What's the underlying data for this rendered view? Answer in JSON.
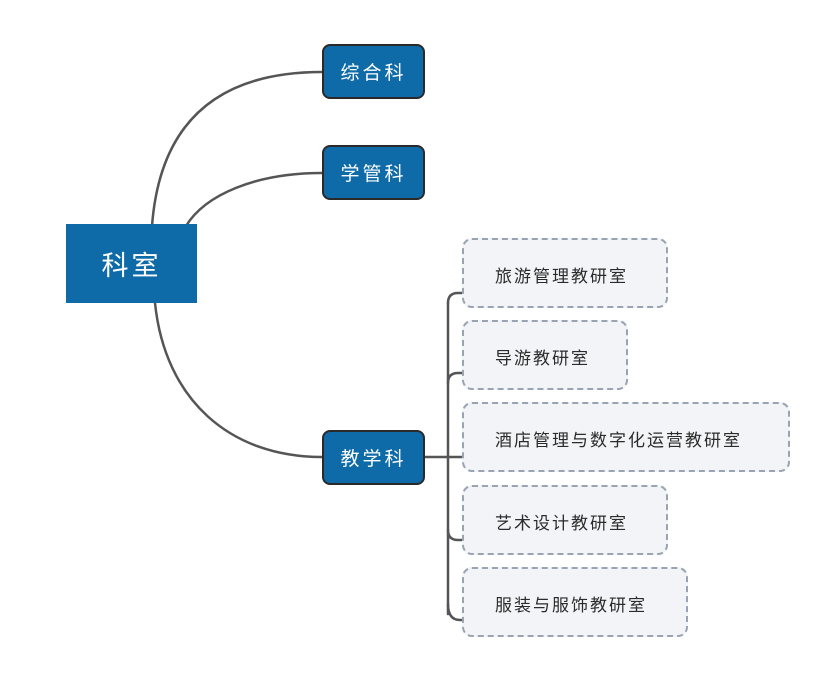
{
  "mindmap": {
    "root": {
      "label": "科室"
    },
    "branches": [
      {
        "label": "综合科",
        "children": []
      },
      {
        "label": "学管科",
        "children": []
      },
      {
        "label": "教学科",
        "children": [
          {
            "label": "旅游管理教研室"
          },
          {
            "label": "导游教研室"
          },
          {
            "label": "酒店管理与数字化运营教研室"
          },
          {
            "label": "艺术设计教研室"
          },
          {
            "label": "服装与服饰教研室"
          }
        ]
      }
    ]
  },
  "colors": {
    "node_fill": "#0e6ba8",
    "node_text": "#ffffff",
    "connector": "#555555",
    "leaf_fill": "#f2f4f7",
    "leaf_border": "#9aa3b2",
    "leaf_text": "#2b2b2b"
  }
}
